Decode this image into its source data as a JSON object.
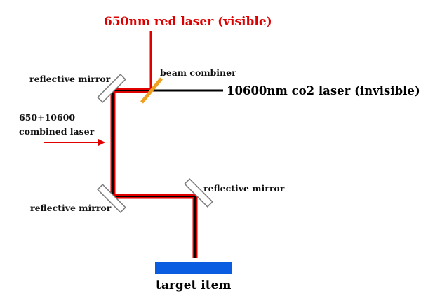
{
  "labels": {
    "red_laser": "650nm red laser (visible)",
    "co2_laser": "10600nm co2 laser (invisible)",
    "beam_combiner": "beam combiner",
    "mirror_top_left": "reflective mirror",
    "mirror_bottom_left": "reflective mirror",
    "mirror_bottom_right": "reflective mirror",
    "combined_line1": "650+10600",
    "combined_line2": "combined laser",
    "target": "target item"
  },
  "colors": {
    "red_beam": "#e00000",
    "co2_beam": "#000000",
    "beam_combiner": "#f0a020",
    "mirror_fill": "#ffffff",
    "mirror_stroke": "#7a7a7a",
    "target": "#0a5ce0",
    "red_text": "#dd0000",
    "arrow": "#e00000"
  }
}
